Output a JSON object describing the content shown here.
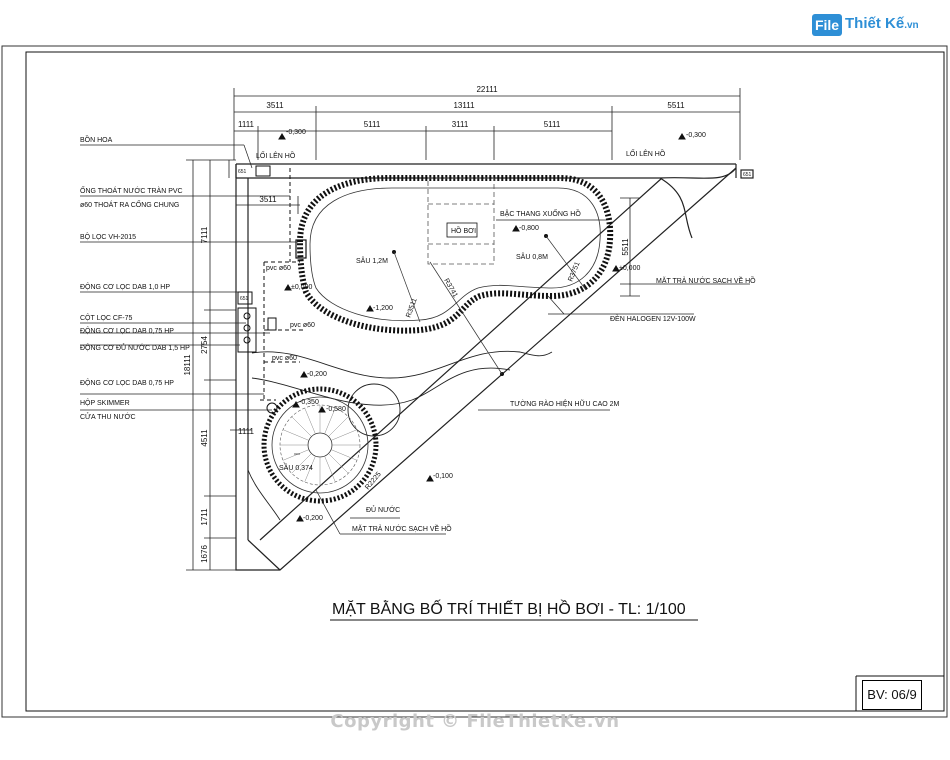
{
  "logo": {
    "brand_box": "File",
    "brand_text": "Thiết Kế",
    "brand_suffix": ".vn"
  },
  "title": "MẶT BẰNG BỐ TRÍ THIẾT BỊ HỒ BƠI - TL: 1/100",
  "sheet_number": "BV: 06/9",
  "watermark": "Copyright © FileThietKe.vn",
  "dims": {
    "total": "22111",
    "top_a": "3511",
    "top_b": "13111",
    "top_c": "5511",
    "sub_a": "1111",
    "sub_b": "5111",
    "sub_c": "3111",
    "sub_d": "5111",
    "inner": "3511",
    "left_total": "18111",
    "left_a": "7111",
    "left_b": "2754",
    "left_c": "4511",
    "left_d": "1711",
    "left_e": "1676",
    "right_a": "5511",
    "small_a": "1111"
  },
  "left_labels": {
    "bon_hoa": "BỒN HOA",
    "ong_thoat": "ỐNG THOÁT NƯỚC TRÀN PVC",
    "ong_thoat2": "ø60 THOÁT RA CỐNG CHUNG",
    "bo_loc": "BỘ LỌC VH-2015",
    "dong_co_1": "ĐỘNG CƠ LỌC DAB 1,0 HP",
    "cot_loc": "CỘT LỌC CF-75",
    "dong_co_2": "ĐỘNG CƠ LỌC DAB 0,75 HP",
    "dong_co_3": "ĐỘNG CƠ ĐỦ NƯỚC DAB 1,5 HP",
    "dong_co_4": "ĐỘNG CƠ LỌC DAB 0,75 HP",
    "hop_skimmer": "HỘP SKIMMER",
    "cua_thu": "CỬA THU NƯỚC"
  },
  "plan_labels": {
    "loi_len_1": "LỐI LÊN HỒ",
    "loi_len_2": "LỐI LÊN HỒ",
    "lvl_a": "-0,300",
    "lvl_b": "-0,300",
    "ho_boi": "HỒ BƠI",
    "bac_thang": "BẬC THANG XUỐNG HỒ",
    "lvl_c": "-0,800",
    "sau_08": "SÂU 0,8M",
    "sau_12": "SÂU 1,2M",
    "lvl_d": "-1,200",
    "lvl_e": "±0,000",
    "lvl_f": "±0,000",
    "pvc_1": "pvc ø60",
    "pvc_2": "pvc ø60",
    "pvc_3": "pvc ø60",
    "r_a": "R3751",
    "r_b": "R3511",
    "r_c": "R3741",
    "mat_tra_1": "MẶT TRẢ NƯỚC SẠCH VỀ HỒ",
    "den_halogen": "ĐÈN HALOGEN 12V-100W",
    "tuong_rao": "TƯỜNG RÀO HIỆN HỮU CAO 2M",
    "lvl_g": "-0,200",
    "lvl_h": "-0,350",
    "lvl_i": "-0,580",
    "sau_034": "SÂU 0,374",
    "r_d": "R2225",
    "du_nuoc": "ĐỦ NƯỚC",
    "lvl_j": "-0,100",
    "lvl_k": "-0,200",
    "mat_tra_2": "MẶT TRẢ NƯỚC SẠCH VỀ HỒ",
    "tag_a": "651",
    "tag_b": "651",
    "tag_c": "651"
  }
}
